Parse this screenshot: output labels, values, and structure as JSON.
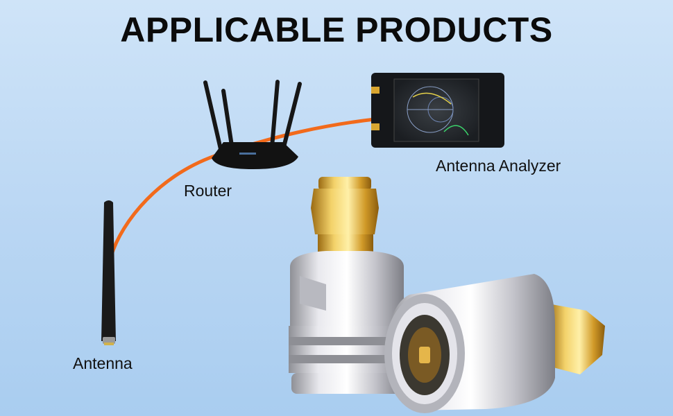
{
  "page": {
    "title": "APPLICABLE PRODUCTS"
  },
  "labels": {
    "router": "Router",
    "analyzer": "Antenna Analyzer",
    "antenna": "Antenna"
  },
  "colors": {
    "background": "#bcd8f4",
    "cable": "#f26a1b",
    "gold": "#d9a630",
    "silver": "#c9c9cf"
  }
}
